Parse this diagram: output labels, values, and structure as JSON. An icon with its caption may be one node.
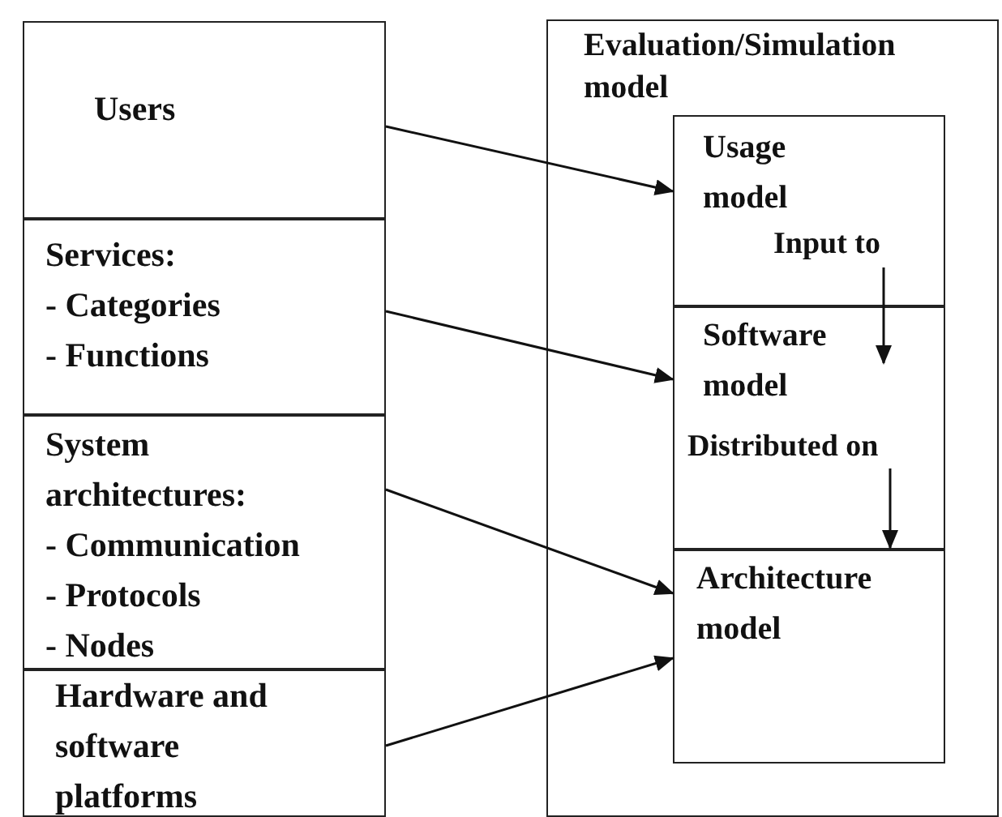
{
  "diagram": {
    "nodes": [
      {
        "text": [
          "Users"
        ]
      },
      {
        "text": [
          "Services:",
          "- Categories",
          "- Functions"
        ]
      },
      {
        "text": [
          "System architectures:",
          "- Communication",
          "- Protocols",
          "- Nodes"
        ]
      },
      {
        "text": [
          "Hardware and software platforms"
        ]
      },
      {
        "text": [
          "Evaluation/Simulation model"
        ]
      },
      {
        "text": [
          "Usage model"
        ],
        "in": 4
      },
      {
        "text": [
          "Software model"
        ],
        "in": 4
      },
      {
        "text": [
          "Architecture model"
        ],
        "in": 4
      }
    ],
    "edges": [
      {
        "from": 0,
        "to": 5,
        "arrow": "to"
      },
      {
        "from": 1,
        "to": 6,
        "arrow": "to"
      },
      {
        "from": 2,
        "to": 7,
        "arrow": "to"
      },
      {
        "from": 3,
        "to": 7,
        "arrow": "to"
      },
      {
        "from": 5,
        "to": 6,
        "arrow": "to",
        "label": "Input to"
      },
      {
        "from": 6,
        "to": 7,
        "arrow": "to",
        "label": "Distributed on"
      }
    ]
  }
}
